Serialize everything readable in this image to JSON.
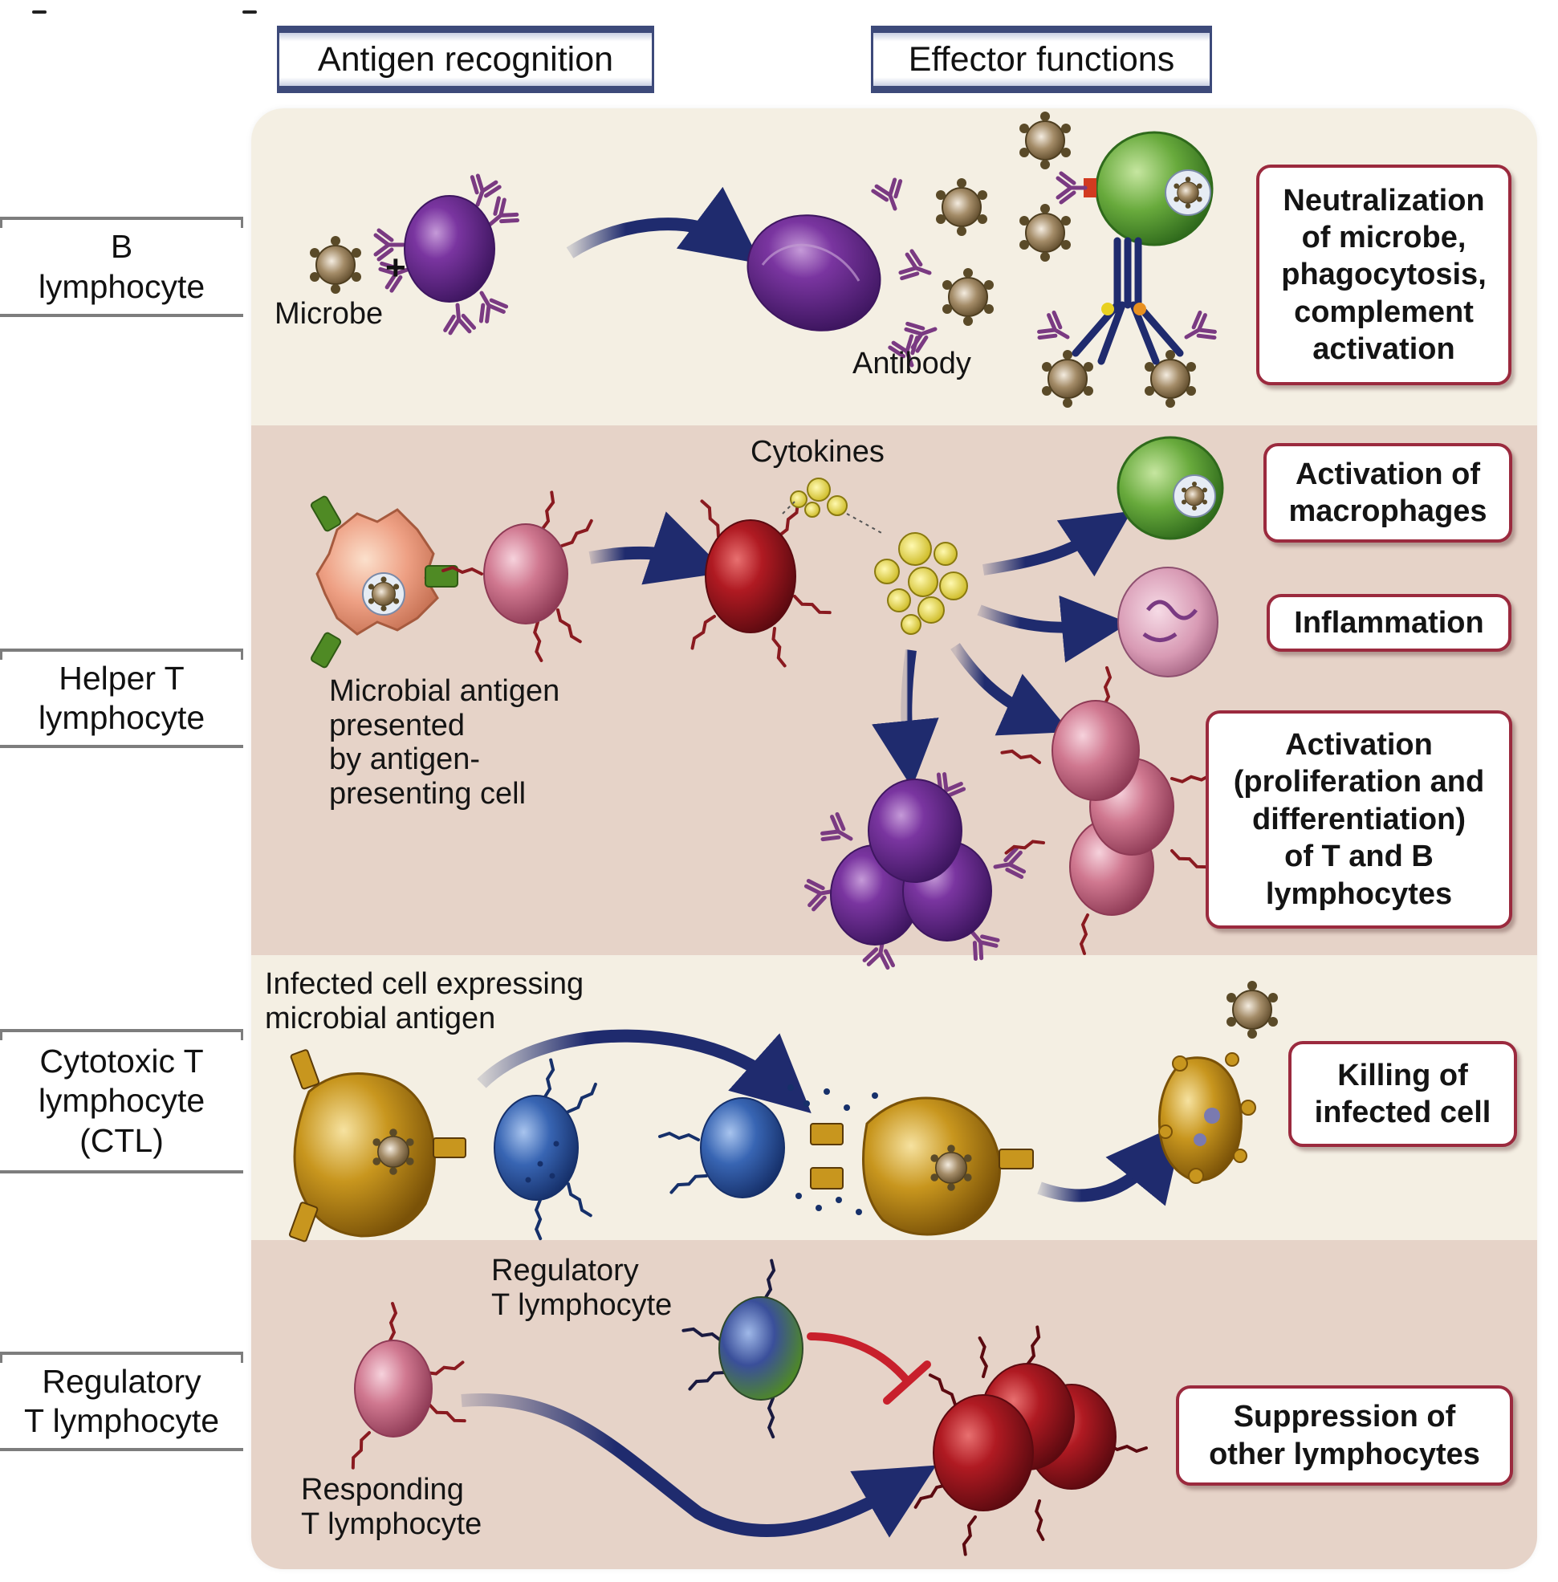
{
  "column_headers": {
    "antigen_recognition": "Antigen recognition",
    "effector_functions": "Effector functions"
  },
  "rows": [
    {
      "id": "b-lymphocyte",
      "label_lines": [
        "B",
        "lymphocyte"
      ],
      "captions": {
        "microbe": "Microbe",
        "antibody": "Antibody"
      },
      "outcome_lines": [
        "Neutralization",
        "of microbe,",
        "phagocytosis,",
        "complement",
        "activation"
      ]
    },
    {
      "id": "helper-t-lymphocyte",
      "label_lines": [
        "Helper T",
        "lymphocyte"
      ],
      "captions": {
        "cytokines": "Cytokines",
        "apc_lines": [
          "Microbial antigen",
          "presented",
          "by antigen-",
          "presenting cell"
        ]
      },
      "outcomes": [
        {
          "lines": [
            "Activation of",
            "macrophages"
          ]
        },
        {
          "lines": [
            "Inflammation"
          ]
        },
        {
          "lines": [
            "Activation",
            "(proliferation and",
            "differentiation)",
            "of T and B",
            "lymphocytes"
          ]
        }
      ]
    },
    {
      "id": "cytotoxic-t-lymphocyte",
      "label_lines": [
        "Cytotoxic T",
        "lymphocyte",
        "(CTL)"
      ],
      "captions": {
        "infected_lines": [
          "Infected cell expressing",
          "microbial antigen"
        ]
      },
      "outcome_lines": [
        "Killing of",
        "infected cell"
      ]
    },
    {
      "id": "regulatory-t-lymphocyte",
      "label_lines": [
        "Regulatory",
        "T lymphocyte"
      ],
      "captions": {
        "treg_lines": [
          "Regulatory",
          "T lymphocyte"
        ],
        "responding_lines": [
          "Responding",
          "T lymphocyte"
        ]
      },
      "outcome_lines": [
        "Suppression of",
        "other lymphocytes"
      ]
    }
  ],
  "plus_sign": "+",
  "colors": {
    "header_bar": "#3d4a7a",
    "band_light": "#f4efe3",
    "band_pink": "#e6d3c8",
    "outcome_border": "#9b2a3e",
    "arrow": "#1f2b6e",
    "inhibit": "#c8202c",
    "b_cell": "#6b2a8e",
    "helper_t": "#c65a7a",
    "effector_t": "#a5121c",
    "ctl": "#2e5aa8",
    "macrophage": "#5fa33a",
    "infected_cell": "#c8961e",
    "cytokine": "#d8c92a",
    "microbe": "#8f7a52"
  }
}
